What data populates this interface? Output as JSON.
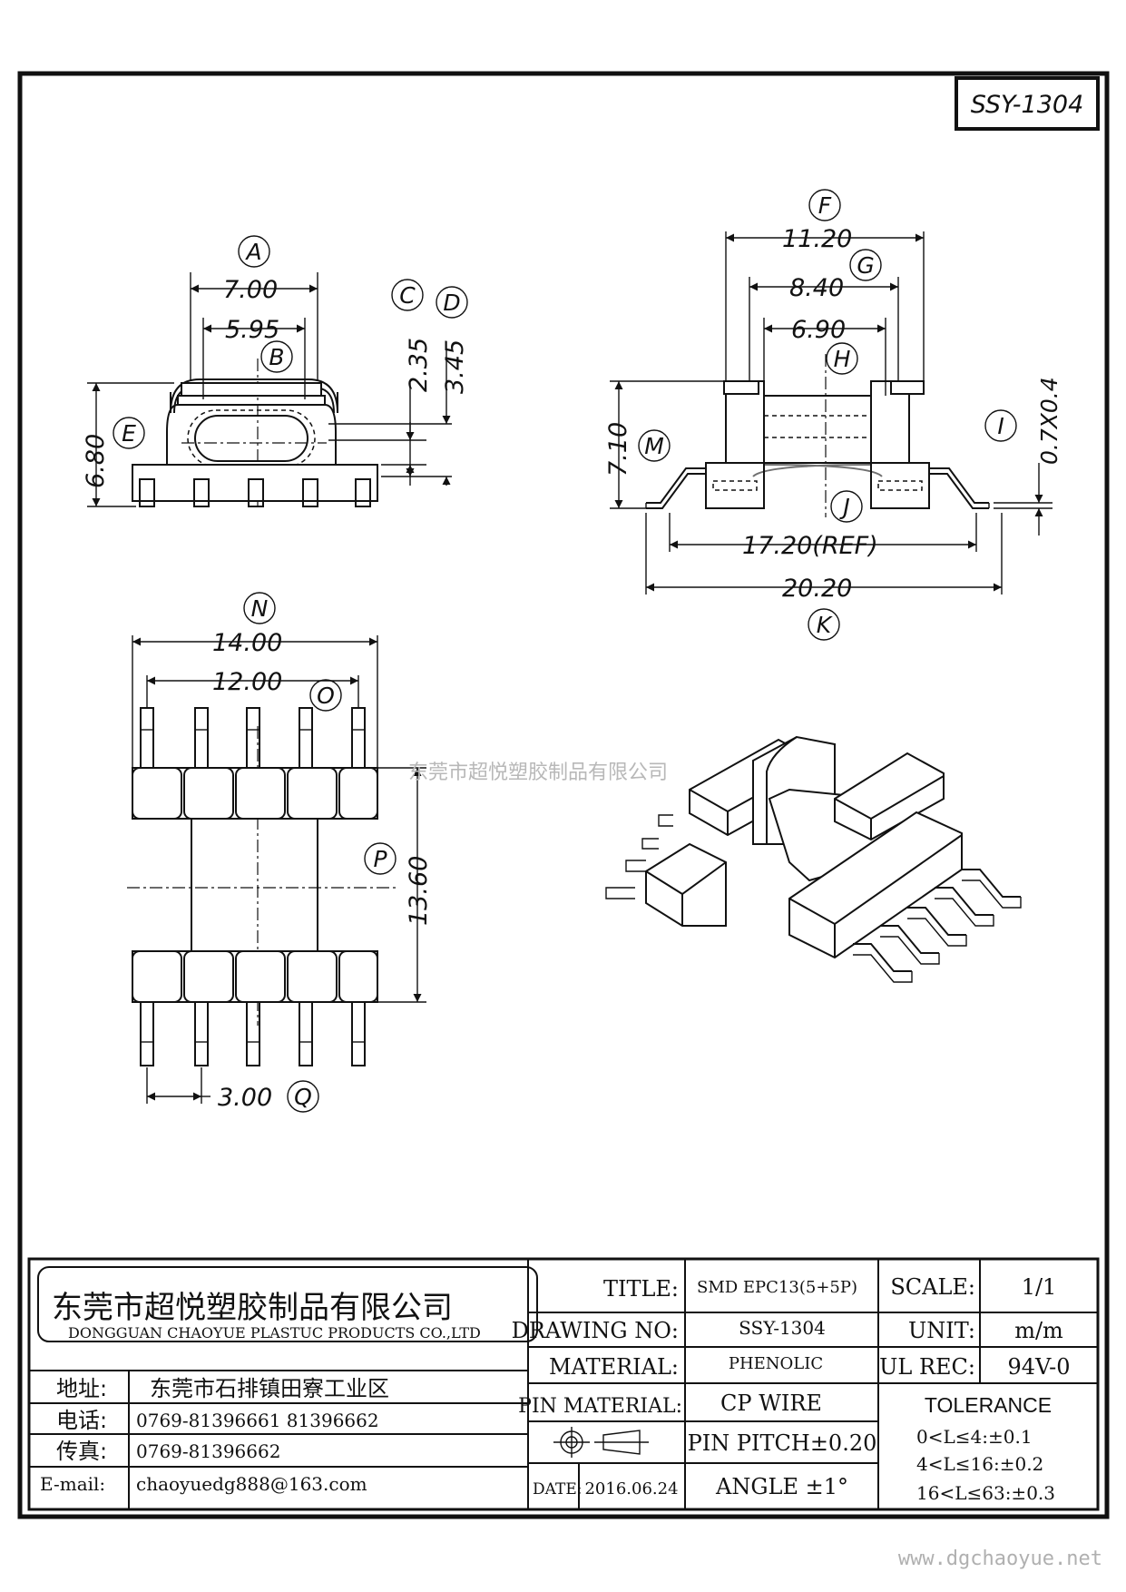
{
  "drawing_id": "SSY-1304",
  "dimensions": [
    {
      "letter": "A",
      "value": "7.00"
    },
    {
      "letter": "B",
      "value": "5.95"
    },
    {
      "letter": "C",
      "value": "2.35"
    },
    {
      "letter": "D",
      "value": "3.45"
    },
    {
      "letter": "E",
      "value": "6.80"
    },
    {
      "letter": "F",
      "value": "11.20"
    },
    {
      "letter": "G",
      "value": "8.40"
    },
    {
      "letter": "H",
      "value": "6.90"
    },
    {
      "letter": "I",
      "value": "0.7X0.4"
    },
    {
      "letter": "J",
      "value": "17.20(REF)"
    },
    {
      "letter": "K",
      "value": "20.20"
    },
    {
      "letter": "M",
      "value": "7.10"
    },
    {
      "letter": "N",
      "value": "14.00"
    },
    {
      "letter": "O",
      "value": "12.00"
    },
    {
      "letter": "P",
      "value": "13.60"
    },
    {
      "letter": "Q",
      "value": "3.00"
    }
  ],
  "watermark": "东莞市超悦塑胶制品有限公司",
  "website": "www.dgchaoyue.net",
  "company": {
    "name_cn": "东莞市超悦塑胶制品有限公司",
    "name_en": "DONGGUAN CHAOYUE PLASTUC PRODUCTS CO.,LTD",
    "address_label": "地址:",
    "address": "东莞市石排镇田寮工业区",
    "phone_label": "电话:",
    "phone": "0769-81396661  81396662",
    "fax_label": "传真:",
    "fax": "0769-81396662",
    "email_label": "E-mail:",
    "email": "chaoyuedg888@163.com"
  },
  "title_block": {
    "title_label": "TITLE:",
    "title": "SMD EPC13(5+5P)",
    "drawing_no_label": "DRAWING NO:",
    "drawing_no": "SSY-1304",
    "material_label": "MATERIAL:",
    "material": "PHENOLIC",
    "pin_material_label": "PIN MATERIAL:",
    "pin_material": "CP WIRE",
    "pin_pitch": "PIN PITCH±0.20",
    "date_label": "DATE:",
    "date": "2016.06.24",
    "angle": "ANGLE  ±1°",
    "scale_label": "SCALE:",
    "scale": "1/1",
    "unit_label": "UNIT:",
    "unit": "m/m",
    "ul_label": "UL REC:",
    "ul": "94V-0",
    "tolerance_label": "TOLERANCE",
    "tolerances": [
      "0<L≤4:±0.1",
      "4<L≤16:±0.2",
      "16<L≤63:±0.3"
    ]
  }
}
